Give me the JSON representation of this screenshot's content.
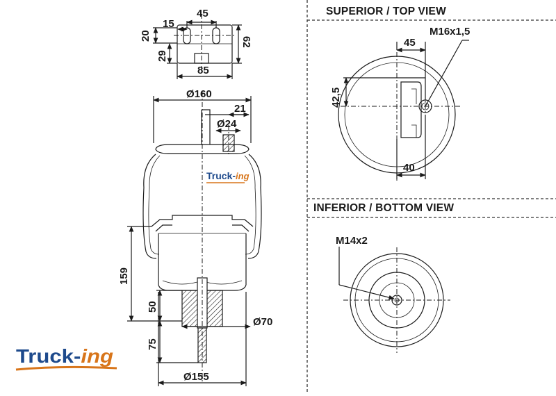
{
  "headers": {
    "top_view": "SUPERIOR / TOP VIEW",
    "bottom_view": "INFERIOR / BOTTOM VIEW"
  },
  "dimensions": {
    "plate_hole_spacing": "45",
    "plate_hole_offset": "15",
    "plate_slot_height": "20",
    "plate_lower_height": "29",
    "plate_total_height": "62",
    "plate_width": "85",
    "top_diameter": "Ø160",
    "stud_offset": "21",
    "stud_diameter": "Ø24",
    "piston_height": "159",
    "base_height": "50",
    "base_diameter": "Ø70",
    "stud_length": "75",
    "piston_diameter": "Ø155"
  },
  "top_view": {
    "thread_label": "M16x1,5",
    "offset_x": "45",
    "offset_y": "42,5",
    "bracket_width": "40"
  },
  "bottom_view": {
    "thread_label": "M14x2"
  },
  "branding": {
    "main": "Truck-",
    "suffix": "ing"
  },
  "colors": {
    "brand_blue": "#1e4a8c",
    "brand_orange": "#d8751a",
    "line": "#1a1a1a"
  }
}
